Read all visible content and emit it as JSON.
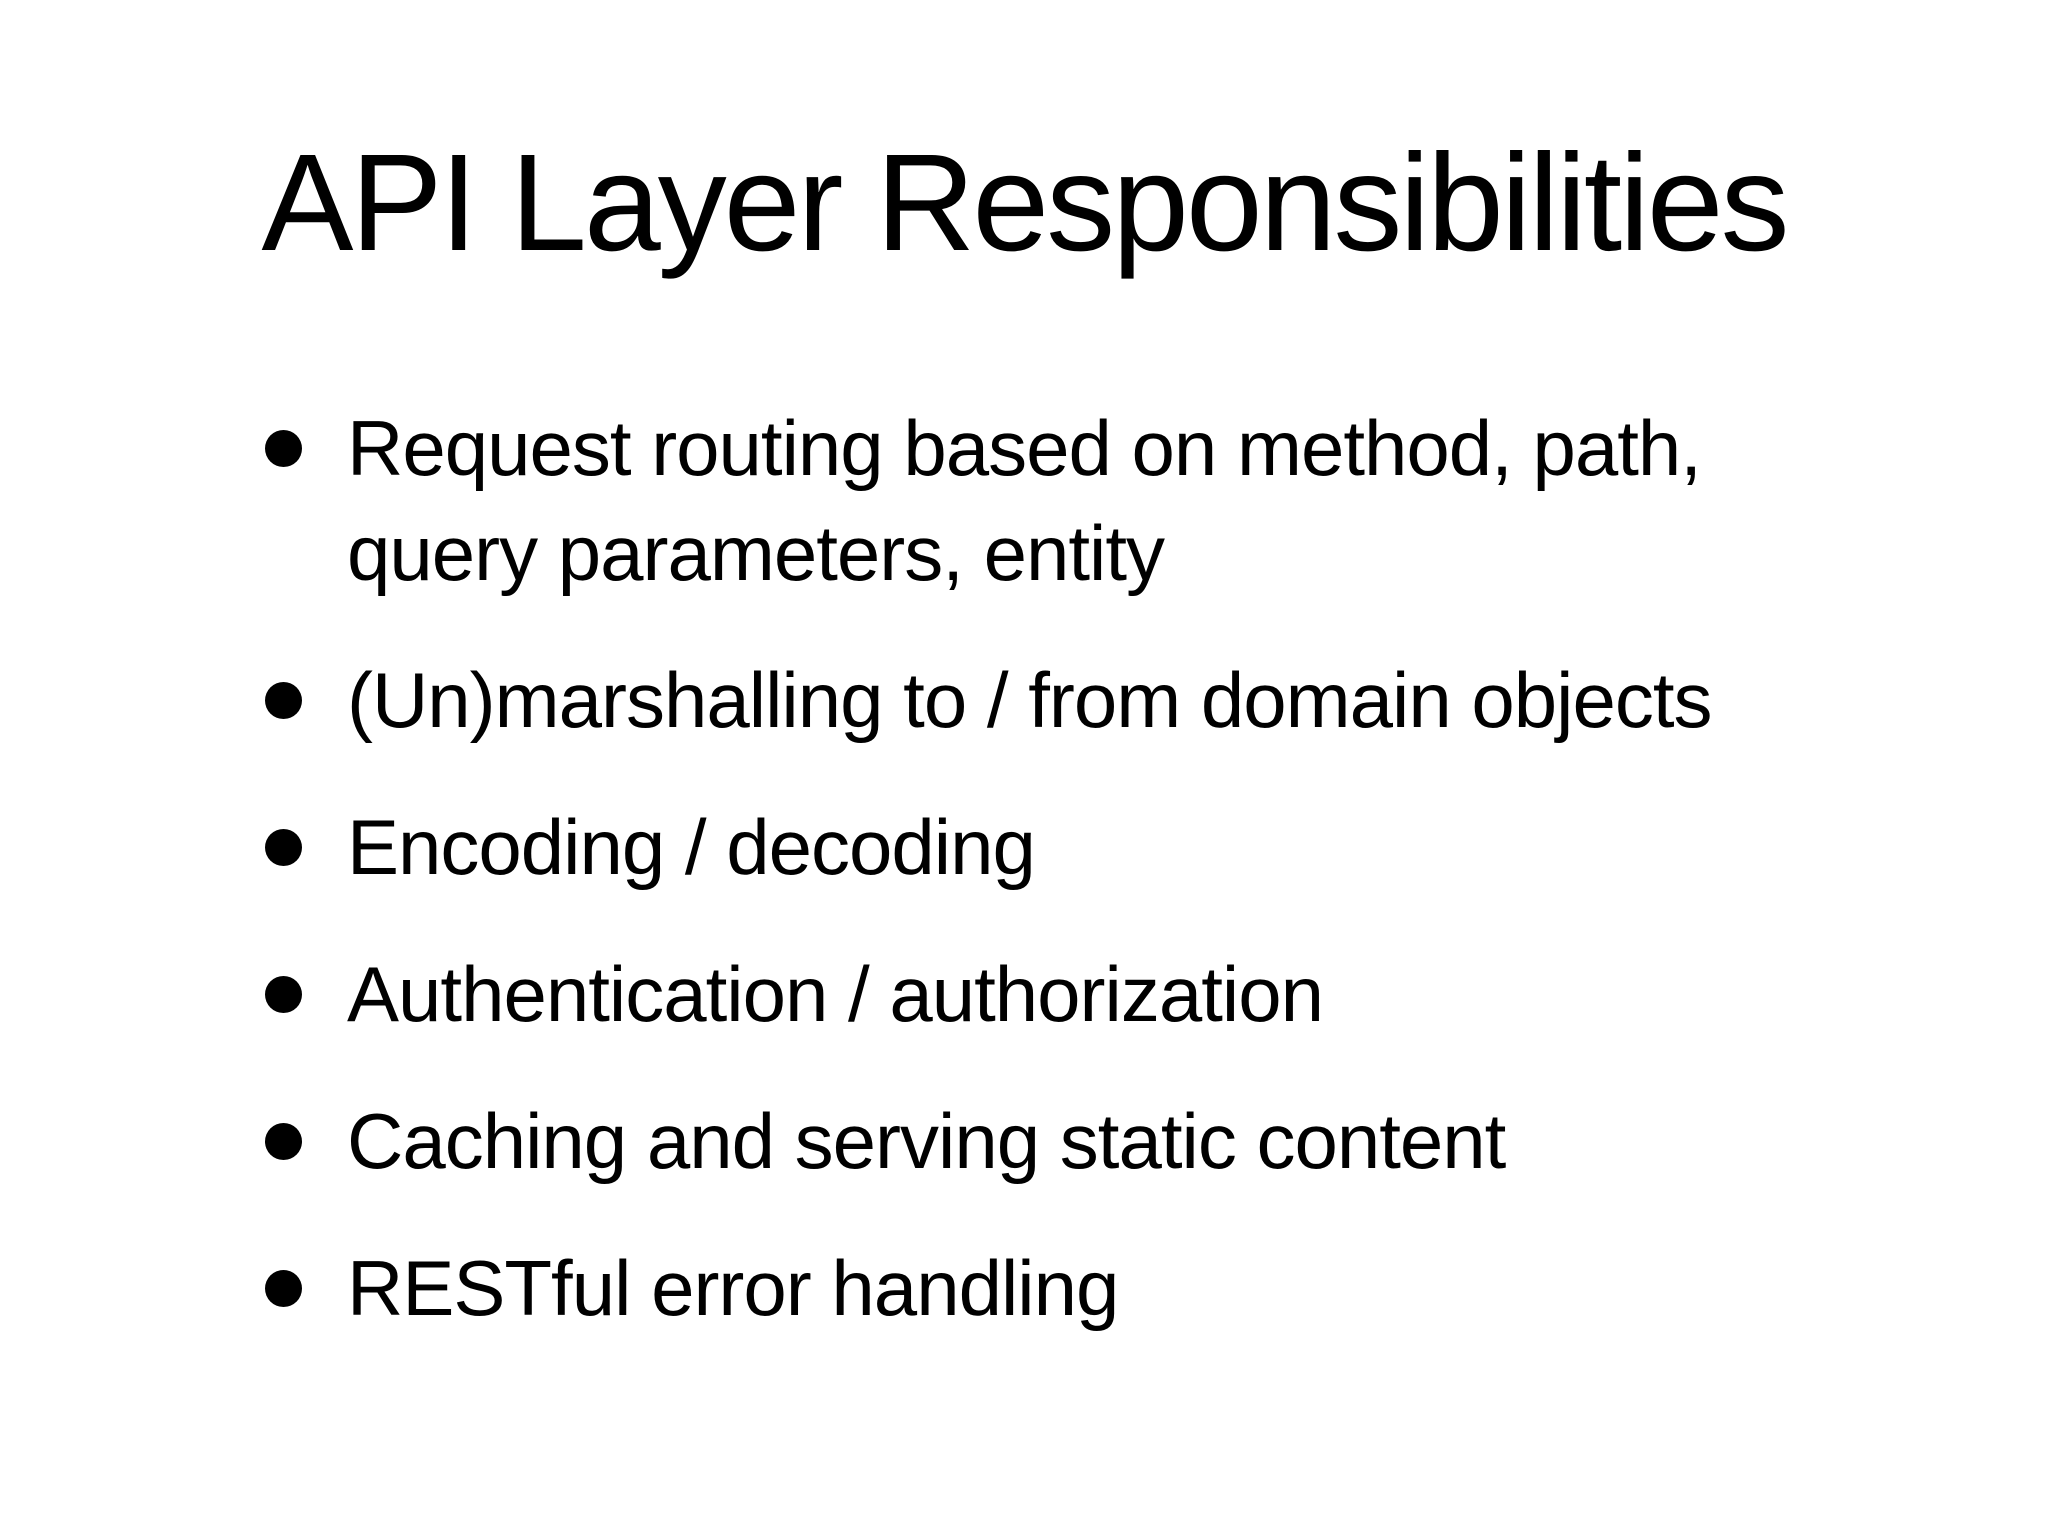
{
  "slide": {
    "title": "API Layer Responsibilities",
    "bullet_icon": "filled-circle",
    "colors": {
      "background": "#ffffff",
      "text": "#000000"
    },
    "bullets": [
      {
        "text": "Request routing based on method, path,\nquery parameters, entity"
      },
      {
        "text": "(Un)marshalling to / from domain objects"
      },
      {
        "text": "Encoding / decoding"
      },
      {
        "text": "Authentication / authorization"
      },
      {
        "text": "Caching and serving static content"
      },
      {
        "text": "RESTful error handling"
      }
    ]
  }
}
